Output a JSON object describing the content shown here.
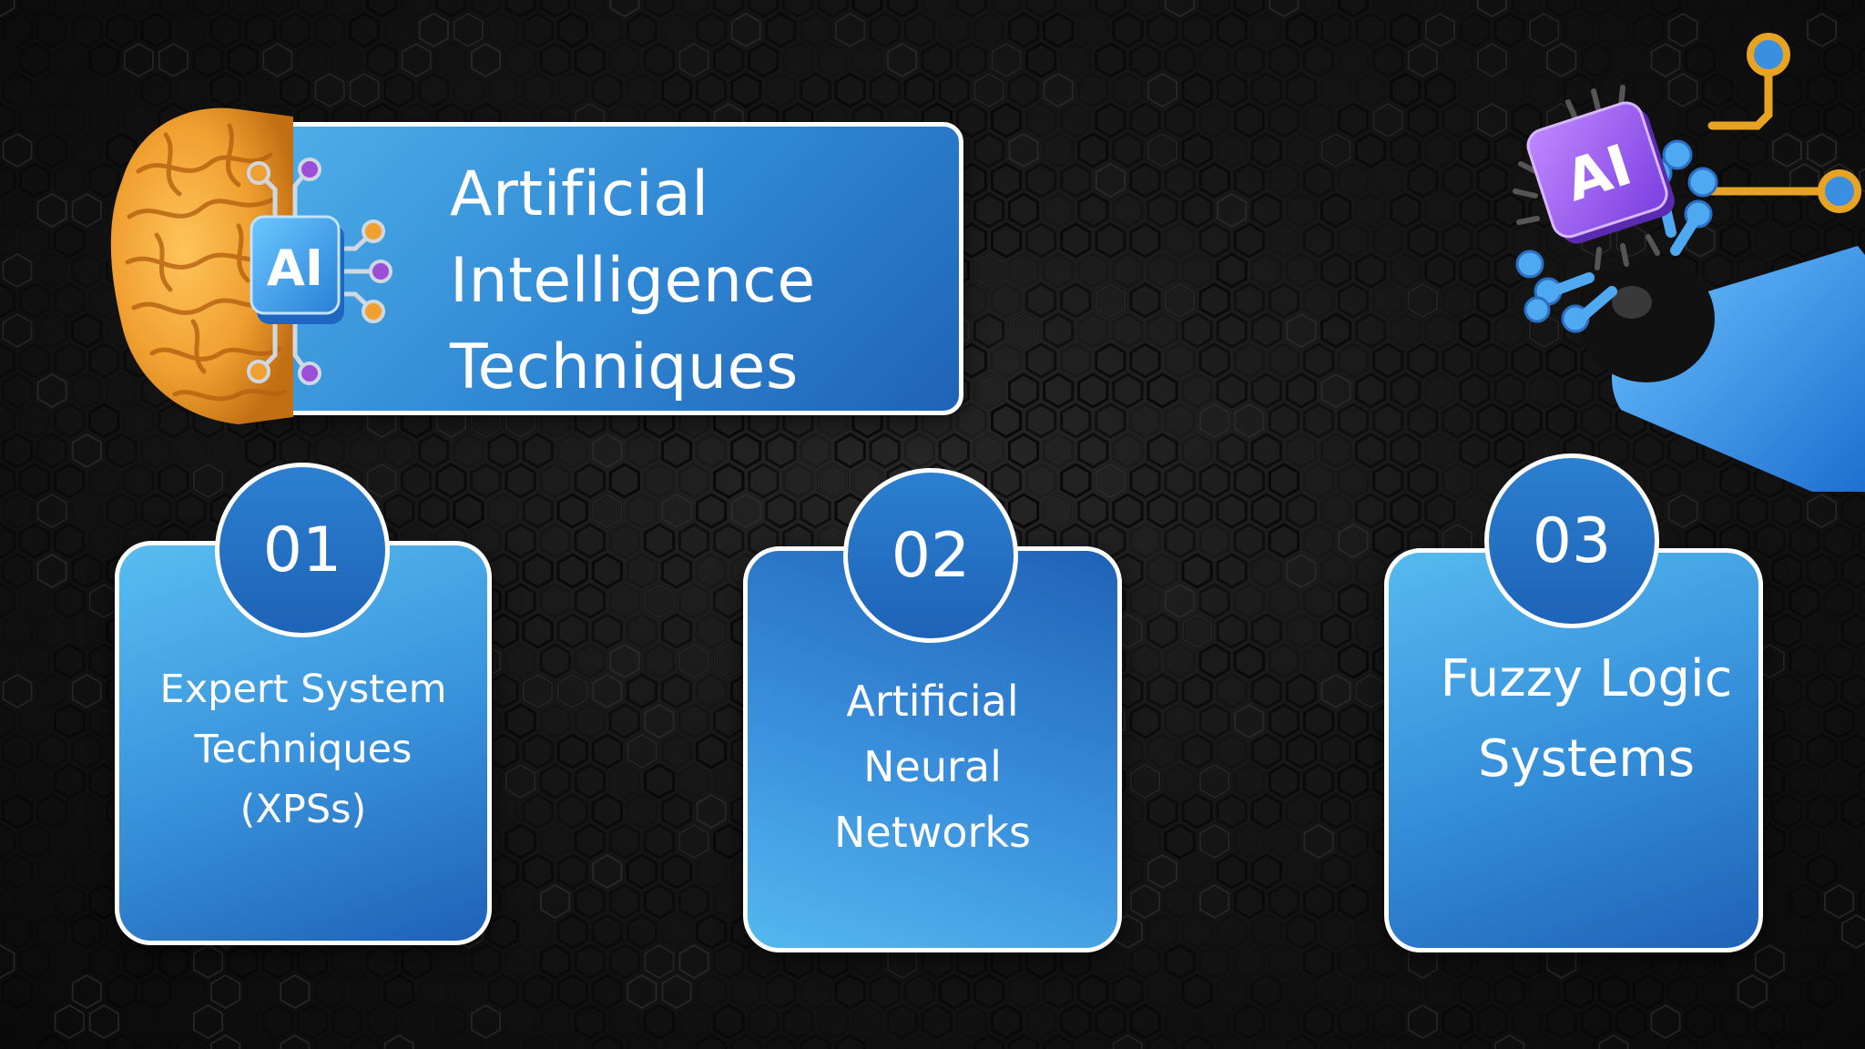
{
  "title": {
    "text": "Artificial\nIntelligence\nTechniques"
  },
  "brain_chip": {
    "chip_text": "AI",
    "icon": "brain-ai-chip-icon"
  },
  "robot_hand": {
    "chip_text": "AI",
    "icon": "robot-hand-ai-chip-icon"
  },
  "cards": [
    {
      "number": "01",
      "label": "Expert System\nTechniques\n(XPSs)"
    },
    {
      "number": "02",
      "label": "Artificial\nNeural\nNetworks"
    },
    {
      "number": "03",
      "label": "Fuzzy Logic\nSystems"
    }
  ],
  "colors": {
    "background": "#121212",
    "card_blue_light": "#56baef",
    "card_blue_dark": "#1f62b8",
    "brain_orange": "#f2a23a",
    "chip_purple": "#8a4ee8",
    "circuit_gold": "#e7a322"
  }
}
